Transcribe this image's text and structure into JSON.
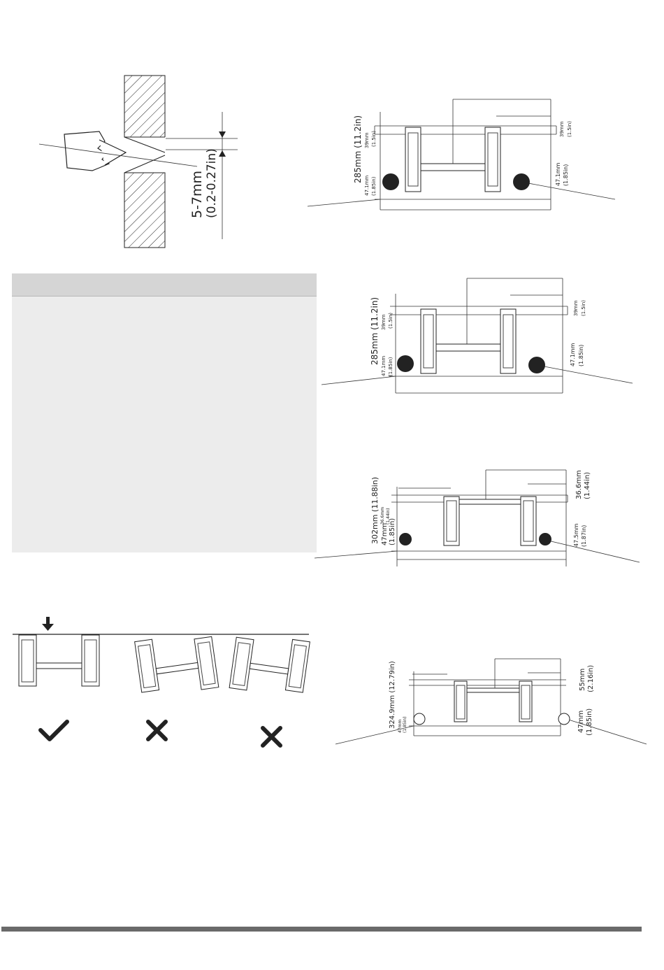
{
  "drill_figure": {
    "depth_label": "5-7mm",
    "depth_label_in": "(0.2-0.27in)"
  },
  "plate_1": {
    "height_mm": "285mm (11.2in)",
    "top_offset": "39mm",
    "top_offset_in": "(1.5in)",
    "top_offset_right": "39mm",
    "top_offset_right_in": "(1.5in)",
    "bottom_offset": "47.1mm",
    "bottom_offset_in": "(1.85in)",
    "bottom_offset_right": "47.1mm",
    "bottom_offset_right_in": "(1.85in)"
  },
  "plate_2": {
    "height_mm": "285mm (11.2in)",
    "top_offset": "39mm",
    "top_offset_in": "(1.5in)",
    "top_offset_right": "39mm",
    "top_offset_right_in": "(1.5in)",
    "bottom_offset": "47.1mm",
    "bottom_offset_in": "(1.85in)",
    "bottom_offset_right": "47.1mm",
    "bottom_offset_right_in": "(1.85in)"
  },
  "plate_3": {
    "height_mm": "302mm (11.88in)",
    "top_offset": "36.6mm",
    "top_offset_in": "(1.44in)",
    "top_offset_right": "36.6mm",
    "top_offset_right_in": "(1.44in)",
    "bottom_offset": "47mm",
    "bottom_offset_in": "(1.85in)",
    "bottom_offset_right": "47.5mm",
    "bottom_offset_right_in": "(1.87in)"
  },
  "plate_4": {
    "height_mm": "324.9mm (12.79in)",
    "top_offset_right": "55mm",
    "top_offset_right_in": "(2.16in)",
    "bottom_offset": "47mm",
    "bottom_offset_in": "(1.85in)",
    "bottom_offset_right": "47mm",
    "bottom_offset_right_in": "(1.85in)"
  },
  "level_check": {
    "correct_icon": "check-icon",
    "wrong_icon": "cross-icon"
  },
  "colors": {
    "note_bg": "#ececec",
    "note_header": "#d5d5d5",
    "footer_bar": "#6a6a6a",
    "hole_fill": "#222222"
  }
}
